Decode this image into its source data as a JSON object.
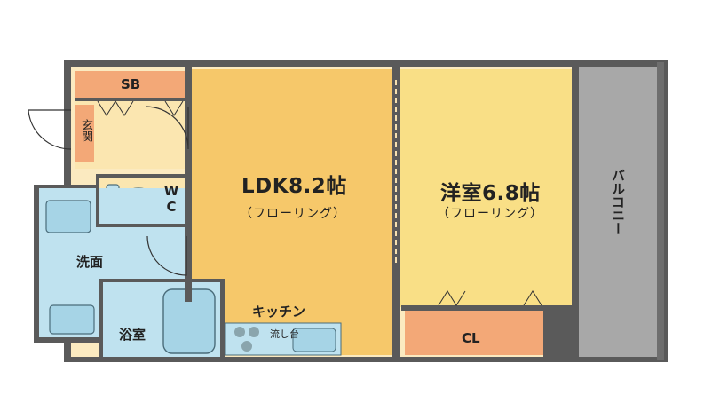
{
  "rooms": {
    "sb": "SB",
    "genkan": "玄関",
    "wc": "WC",
    "ldk": "LDK8.2帖",
    "ldk_floor": "（フローリング）",
    "yoshitsu": "洋室6.8帖",
    "yoshitsu_floor": "（フローリング）",
    "balcony": "バルコニー",
    "senmen": "洗面",
    "yokushitsu": "浴室",
    "kitchen": "キッチン",
    "nagashidai": "流し台",
    "cl": "CL"
  },
  "colors": {
    "wall": "#555555",
    "ldk_floor": "#f6c86a",
    "room_floor": "#f9df86",
    "storage": "#f3a877",
    "water_area": "#bfe2ef",
    "balcony": "#a9a9a9"
  }
}
